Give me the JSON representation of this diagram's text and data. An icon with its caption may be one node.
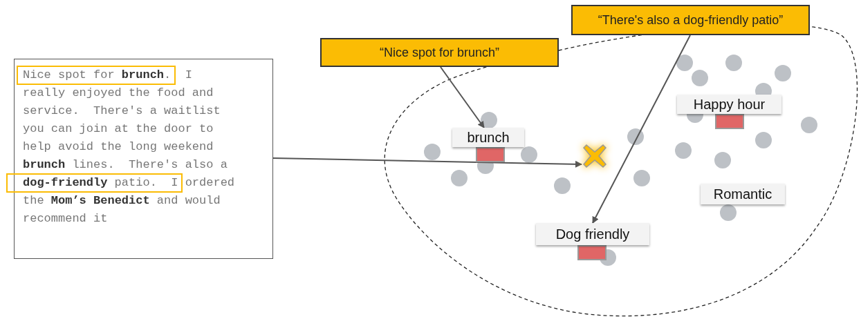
{
  "diagram": {
    "nodes": [
      {
        "text": [
          "Nice spot for **brunch**.  I really enjoyed the food and service.  There's a waitlist you can join at the door to help avoid the long weekend **brunch** lines.  There's also a **dog-friendly** patio.  I ordered the **Mom’s Benedict** and would recommend it"
        ]
      },
      {
        "text": [
          "“Nice spot for brunch”"
        ]
      },
      {
        "text": [
          "“There's also a dog-friendly patio”"
        ]
      },
      {
        "text": [
          "brunch"
        ]
      },
      {
        "text": [
          "Happy hour"
        ]
      },
      {
        "text": [
          "Romantic"
        ]
      },
      {
        "text": [
          "Dog friendly"
        ]
      },
      {
        "text": [],
        "shape": "cross"
      }
    ],
    "edges": [
      {
        "from": 0,
        "to": 7,
        "arrow": "to"
      },
      {
        "from": 1,
        "to": 3,
        "arrow": "to"
      },
      {
        "from": 2,
        "to": 6,
        "arrow": "to"
      }
    ]
  }
}
